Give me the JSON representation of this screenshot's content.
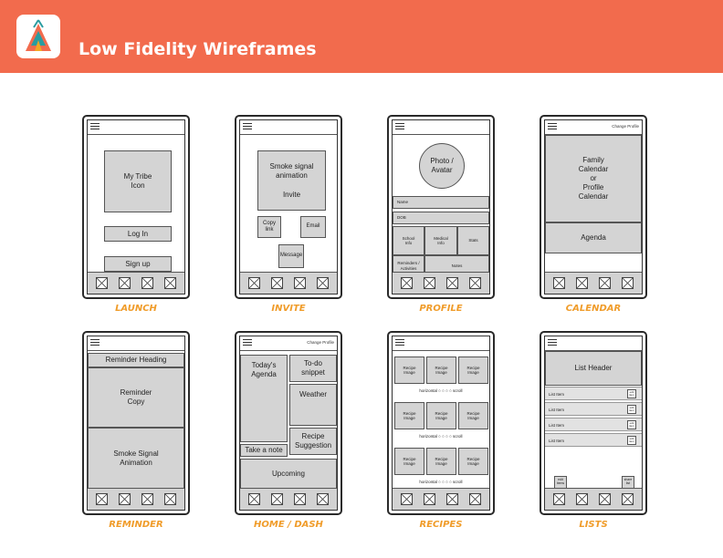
{
  "header": {
    "title": "Low Fidelity Wireframes",
    "logo_icon": "tipi-icon",
    "bg_color": "#f26b4d"
  },
  "captions": {
    "launch": "LAUNCH",
    "invite": "INVITE",
    "profile": "PROFILE",
    "calendar": "CALENDAR",
    "reminder": "REMINDER",
    "home": "HOME / DASH",
    "recipes": "RECIPES",
    "lists": "LISTS"
  },
  "launch": {
    "icon_box": "My Tribe\nIcon",
    "login": "Log In",
    "signup": "Sign up"
  },
  "invite": {
    "animation": "Smoke signal\nanimation",
    "invite": "Invite",
    "copy_link": "Copy\nlink",
    "email": "Email",
    "message": "Message"
  },
  "profile": {
    "photo": "Photo /\nAvatar",
    "name": "Name",
    "dob": "DOB",
    "school_info": "School\nInfo",
    "medical_info": "Medical\nInfo",
    "stats": "Stats",
    "reminders": "Reminders /\nActivities",
    "notes": "Notes"
  },
  "calendar": {
    "topbar": "Change Profile",
    "main": "Family\nCalendar\nor\nProfile\nCalendar",
    "agenda": "Agenda"
  },
  "reminder": {
    "heading": "Reminder Heading",
    "copy": "Reminder\nCopy",
    "animation": "Smoke Signal\nAnimation"
  },
  "home": {
    "topbar": "Change Profile",
    "agenda": "Today's\nAgenda",
    "todo": "To-do\nsnippet",
    "weather": "Weather",
    "note": "Take a note",
    "recipe": "Recipe\nSuggestion",
    "upcoming": "Upcoming"
  },
  "recipes": {
    "image": "Recipe\nImage",
    "scroll": "horizontal  ○ ○ ○ ○  scroll"
  },
  "lists": {
    "header": "List Header",
    "item": "List Item",
    "item_btn": "edit\nitem",
    "edit_btn": "edit\nitems",
    "share_btn": "share\nlist"
  },
  "tab_icon": "placeholder-x-icon"
}
